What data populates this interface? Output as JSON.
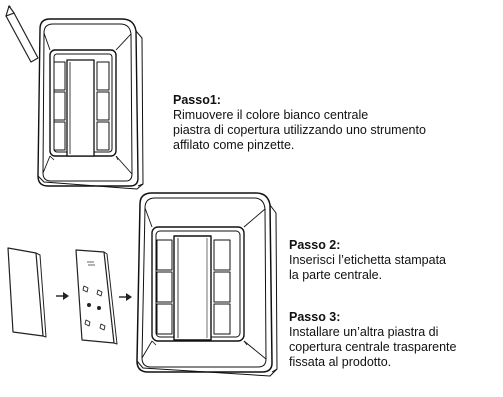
{
  "steps": [
    {
      "title": "Passo1:",
      "lines": [
        "Rimuovere il colore bianco centrale",
        "piastra di copertura utilizzando uno strumento",
        "affilato come pinzette."
      ]
    },
    {
      "title": "Passo 2:",
      "lines": [
        "Inserisci l’etichetta stampata",
        "la parte centrale."
      ]
    },
    {
      "title": "Passo 3:",
      "lines": [
        "Installare un’altra piastra di",
        "copertura centrale trasparente",
        "fissata al prodotto."
      ]
    }
  ]
}
